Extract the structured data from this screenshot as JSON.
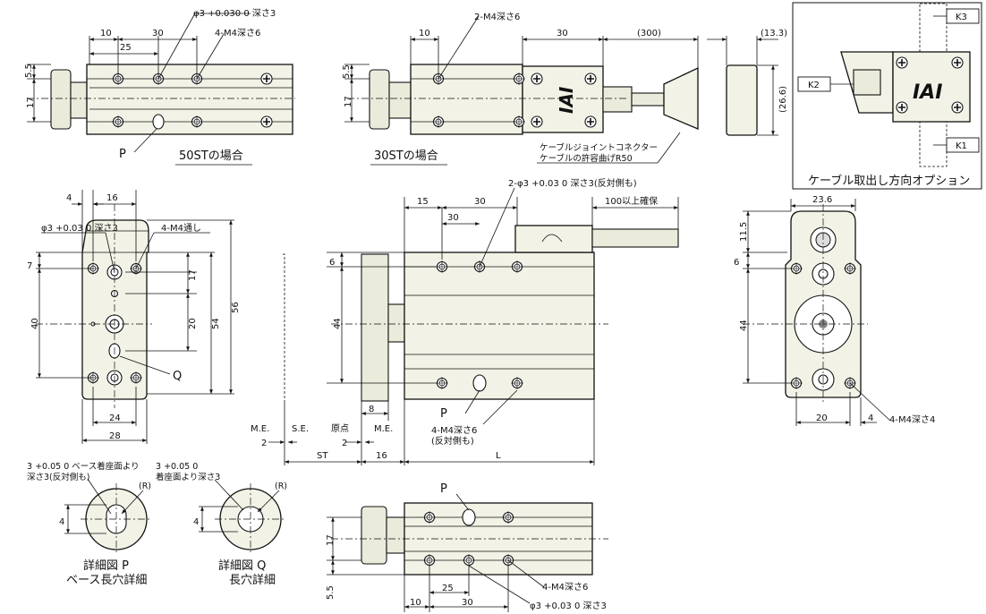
{
  "view_50st": {
    "title": "50STの場合",
    "p_label": "P",
    "dims": {
      "d10": "10",
      "d30": "30",
      "d25": "25",
      "d5_5": "5.5",
      "d17": "17"
    },
    "notes": {
      "phi3": "φ3 +0.030 0 深さ3",
      "m4": "4-M4深さ6"
    }
  },
  "view_30st": {
    "title": "30STの場合",
    "dims": {
      "d10": "10",
      "d30": "30",
      "d300": "(300)",
      "d5_5": "5.5",
      "d17": "17"
    },
    "notes": {
      "m4": "2-M4深さ6",
      "cable_joint": "ケーブルジョイントコネクター",
      "cable_bend": "ケーブルの許容曲げR50"
    }
  },
  "view_end": {
    "dims": {
      "d13_3": "(13.3)",
      "d26_6": "(26.6)"
    }
  },
  "cable_option": {
    "title": "ケーブル取出し方向オプション",
    "k1": "K1",
    "k2": "K2",
    "k3": "K3"
  },
  "view_left": {
    "q_label": "Q",
    "dims": {
      "d4": "4",
      "d16": "16",
      "d7": "7",
      "d40": "40",
      "d17": "17",
      "d20": "20",
      "d54": "54",
      "d56": "56",
      "d24": "24",
      "d28": "28"
    },
    "notes": {
      "phi3": "φ3 +0.03 0 深さ3",
      "m4_thru": "4-M4通し"
    }
  },
  "view_main": {
    "p_label": "P",
    "dims": {
      "d15": "15",
      "d30": "30",
      "d100": "100以上確保",
      "d6": "6",
      "d44": "44",
      "d8": "8",
      "d2": "2",
      "st": "ST",
      "d16": "16",
      "l": "L"
    },
    "labels": {
      "me": "M.E.",
      "se": "S.E.",
      "origin": "原点"
    },
    "notes": {
      "phi3": "2-φ3 +0.03 0 深さ3(反対側も)",
      "m4": "4-M4深さ6",
      "both_sides": "(反対側も)"
    }
  },
  "view_right": {
    "dims": {
      "d23_6": "23.6",
      "d11_5": "11.5",
      "d6": "6",
      "d44": "44",
      "d20": "20",
      "d4": "4"
    },
    "notes": {
      "m4": "4-M4深さ4"
    }
  },
  "detail_p": {
    "title": "詳細図 P",
    "subtitle": "ベース長穴詳細",
    "r": "(R)",
    "note_line1": "3 +0.05 0 ベース着座面より",
    "note_line2": "深さ3(反対側も)",
    "dims": {
      "d4": "4"
    }
  },
  "detail_q": {
    "title": "詳細図 Q",
    "subtitle": "長穴詳細",
    "r": "(R)",
    "note_line1": "3 +0.05 0",
    "note_line2": "着座面より深さ3",
    "dims": {
      "d4": "4"
    }
  },
  "view_bottom": {
    "p_label": "P",
    "dims": {
      "d17": "17",
      "d5_5": "5.5",
      "d10": "10",
      "d25": "25",
      "d30": "30"
    },
    "notes": {
      "m4": "4-M4深さ6",
      "phi3": "φ3 +0.03 0 深さ3"
    }
  }
}
